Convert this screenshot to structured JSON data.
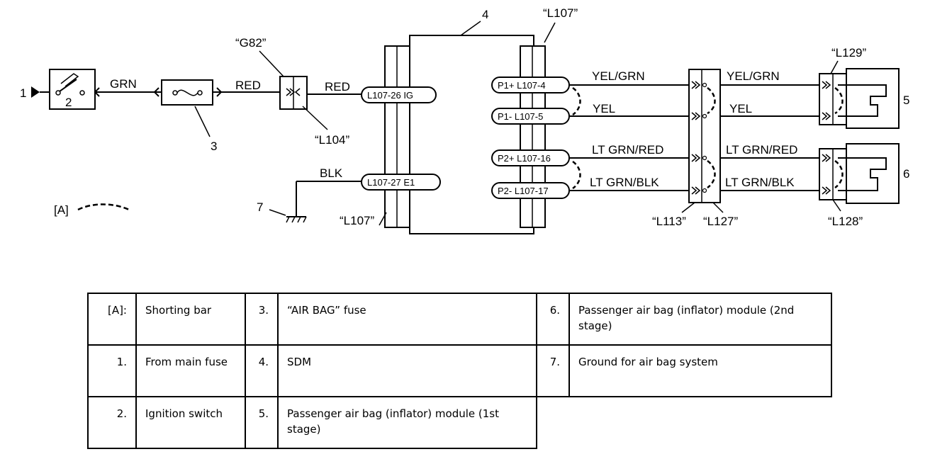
{
  "diagram": {
    "marker_1": "1",
    "ignition_num": "2",
    "fuse_num": "3",
    "sdm_num": "4",
    "module5_num": "5",
    "module6_num": "6",
    "ground_num": "7",
    "shorting_bar_tag": "[A]",
    "wires": {
      "grn": "GRN",
      "red_left": "RED",
      "red_right": "RED",
      "blk": "BLK",
      "yel_grn_left": "YEL/GRN",
      "yel_left": "YEL",
      "ltgrn_red_left": "LT GRN/RED",
      "ltgrn_blk_left": "LT GRN/BLK",
      "yel_grn_right": "YEL/GRN",
      "yel_right": "YEL",
      "ltgrn_red_right": "LT GRN/RED",
      "ltgrn_blk_right": "LT GRN/BLK"
    },
    "connectors": {
      "g82": "“G82”",
      "l104": "“L104”",
      "l107_top": "“L107”",
      "l107_bottom": "“L107”",
      "l113": "“L113”",
      "l127": "“L127”",
      "l128": "“L128”",
      "l129": "“L129”"
    },
    "pins": {
      "ig_term": "L107-26  IG",
      "e1_term": "L107-27  E1",
      "p1plus": "P1+  L107-4",
      "p1minus": "P1-   L107-5",
      "p2plus": "P2+  L107-16",
      "p2minus": "P2-  L107-17"
    }
  },
  "legend": {
    "rows": [
      [
        {
          "k": "[A]:",
          "v": "Shorting bar"
        },
        {
          "k": "3.",
          "v": "“AIR BAG” fuse"
        },
        {
          "k": "6.",
          "v": "Passenger air bag (inflator) module (2nd stage)"
        }
      ],
      [
        {
          "k": "1.",
          "v": "From main fuse"
        },
        {
          "k": "4.",
          "v": "SDM"
        },
        {
          "k": "7.",
          "v": "Ground for air bag system"
        }
      ],
      [
        {
          "k": "2.",
          "v": "Ignition switch"
        },
        {
          "k": "5.",
          "v": "Passenger air bag (inflator) module (1st stage)"
        }
      ]
    ]
  }
}
